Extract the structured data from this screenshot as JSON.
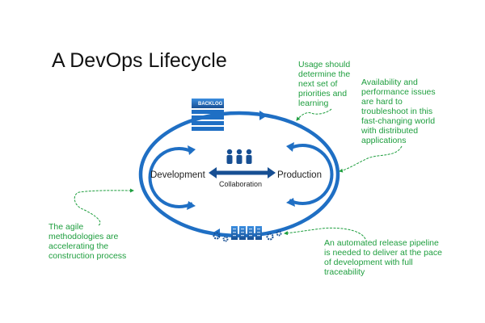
{
  "title": "A DevOps Lifecycle",
  "nodes": {
    "development": "Development",
    "production": "Production",
    "collaboration": "Collaboration",
    "backlog": "BACKLOG"
  },
  "notes": {
    "usage": [
      "Usage should",
      "determine the",
      "next set of",
      "priorities and",
      "learning"
    ],
    "availability": [
      "Availability and",
      "performance issues",
      "are hard to",
      "troubleshoot in this",
      "fast-changing world",
      "with distributed",
      "applications"
    ],
    "agile": [
      "The agile",
      "methodologies are",
      "accelerating the",
      "construction process"
    ],
    "release": [
      "An automated release pipeline",
      "is needed to deliver at the pace",
      "of development with full",
      "traceability"
    ]
  },
  "colors": {
    "loop_blue": "#1f6fc4",
    "dark_blue": "#174f93",
    "note_green": "#1e9e3e",
    "text": "#111111"
  },
  "icons": [
    "backlog-stack-icon",
    "people-icon",
    "gear-icon",
    "server-rack-icon",
    "bidirectional-arrow-icon"
  ]
}
